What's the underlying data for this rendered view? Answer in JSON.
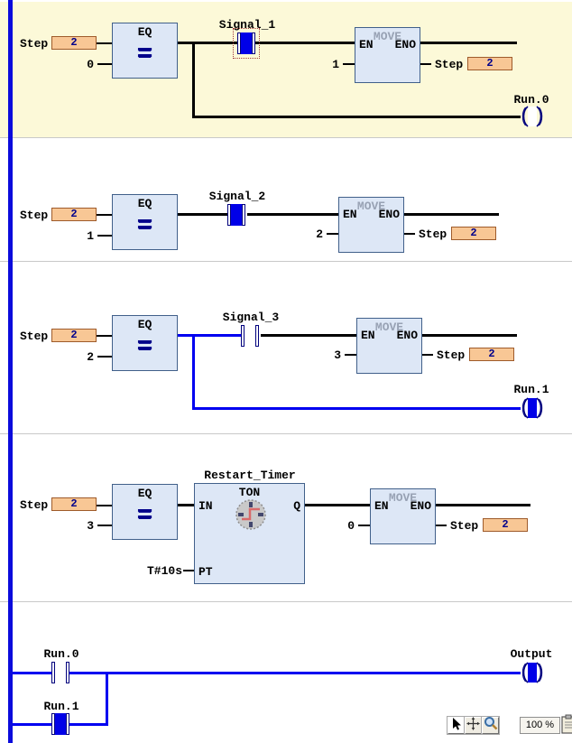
{
  "ui": {
    "selected_network_bg": "#fcf9d8",
    "rail_color": "#0b0bdc",
    "wire_energized_color": "#0000f0",
    "wire_color": "#000000",
    "block_fill": "#dde7f6",
    "block_border": "#41608a",
    "value_box_fill": "#f8c795",
    "value_box_border": "#9e5b2b",
    "value_text_color": "#00008b",
    "toolbar": {
      "zoom_level": "100 %",
      "buttons": [
        {
          "name": "select-tool",
          "icon": "cursor-arrow-icon"
        },
        {
          "name": "pan-tool",
          "icon": "pan-crosshair-icon"
        },
        {
          "name": "zoom-tool",
          "icon": "magnifier-icon"
        },
        {
          "name": "paste-tool",
          "icon": "clipboard-icon"
        }
      ]
    }
  },
  "networks": [
    {
      "selected": true,
      "eq": {
        "title": "EQ",
        "symbol": "=",
        "in1_var": "Step",
        "in1_value": "2",
        "in2_value": "0"
      },
      "contact": {
        "label": "Signal_1",
        "state": "on",
        "selected": true
      },
      "move": {
        "title": "MOVE",
        "en_label": "EN",
        "eno_label": "ENO",
        "in_value": "1",
        "out_var": "Step",
        "out_value": "2"
      },
      "coil": {
        "label": "Run.0",
        "state": "off"
      }
    },
    {
      "selected": false,
      "eq": {
        "title": "EQ",
        "symbol": "=",
        "in1_var": "Step",
        "in1_value": "2",
        "in2_value": "1"
      },
      "contact": {
        "label": "Signal_2",
        "state": "on",
        "selected": false
      },
      "move": {
        "title": "MOVE",
        "en_label": "EN",
        "eno_label": "ENO",
        "in_value": "2",
        "out_var": "Step",
        "out_value": "2"
      }
    },
    {
      "selected": false,
      "eq": {
        "title": "EQ",
        "symbol": "=",
        "in1_var": "Step",
        "in1_value": "2",
        "in2_value": "2"
      },
      "contact": {
        "label": "Signal_3",
        "state": "off",
        "selected": false
      },
      "move": {
        "title": "MOVE",
        "en_label": "EN",
        "eno_label": "ENO",
        "in_value": "3",
        "out_var": "Step",
        "out_value": "2"
      },
      "coil": {
        "label": "Run.1",
        "state": "on"
      }
    },
    {
      "selected": false,
      "eq": {
        "title": "EQ",
        "symbol": "=",
        "in1_var": "Step",
        "in1_value": "2",
        "in2_value": "3"
      },
      "timer": {
        "label": "Restart_Timer",
        "title": "TON",
        "in_label": "IN",
        "q_label": "Q",
        "pt_label": "PT",
        "pt_value": "T#10s"
      },
      "move": {
        "title": "MOVE",
        "en_label": "EN",
        "eno_label": "ENO",
        "in_value": "0",
        "out_var": "Step",
        "out_value": "2"
      }
    },
    {
      "selected": false,
      "contact_a": {
        "label": "Run.0",
        "state": "off"
      },
      "contact_b": {
        "label": "Run.1",
        "state": "on"
      },
      "coil": {
        "label": "Output",
        "state": "on"
      }
    }
  ]
}
